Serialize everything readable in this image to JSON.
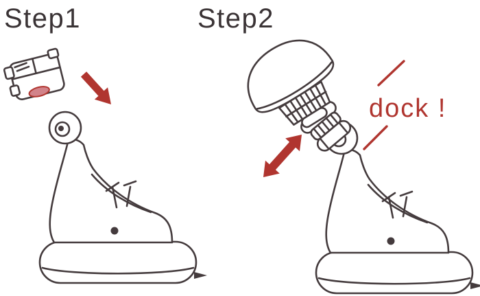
{
  "diagram": {
    "background": "#ffffff",
    "steps": [
      {
        "label": "Step1"
      },
      {
        "label": "Step2"
      }
    ],
    "dock_label": "dock !",
    "colors": {
      "line": "#443b3d",
      "accent_red": "#b0352f",
      "magnet_pink": "#d2838a"
    },
    "illustrations": [
      "mount-plate",
      "down-arrow",
      "cradle-stand-left",
      "knob",
      "dock-collar",
      "cradle-stand-right",
      "double-arrow",
      "emphasis-slashes"
    ]
  }
}
